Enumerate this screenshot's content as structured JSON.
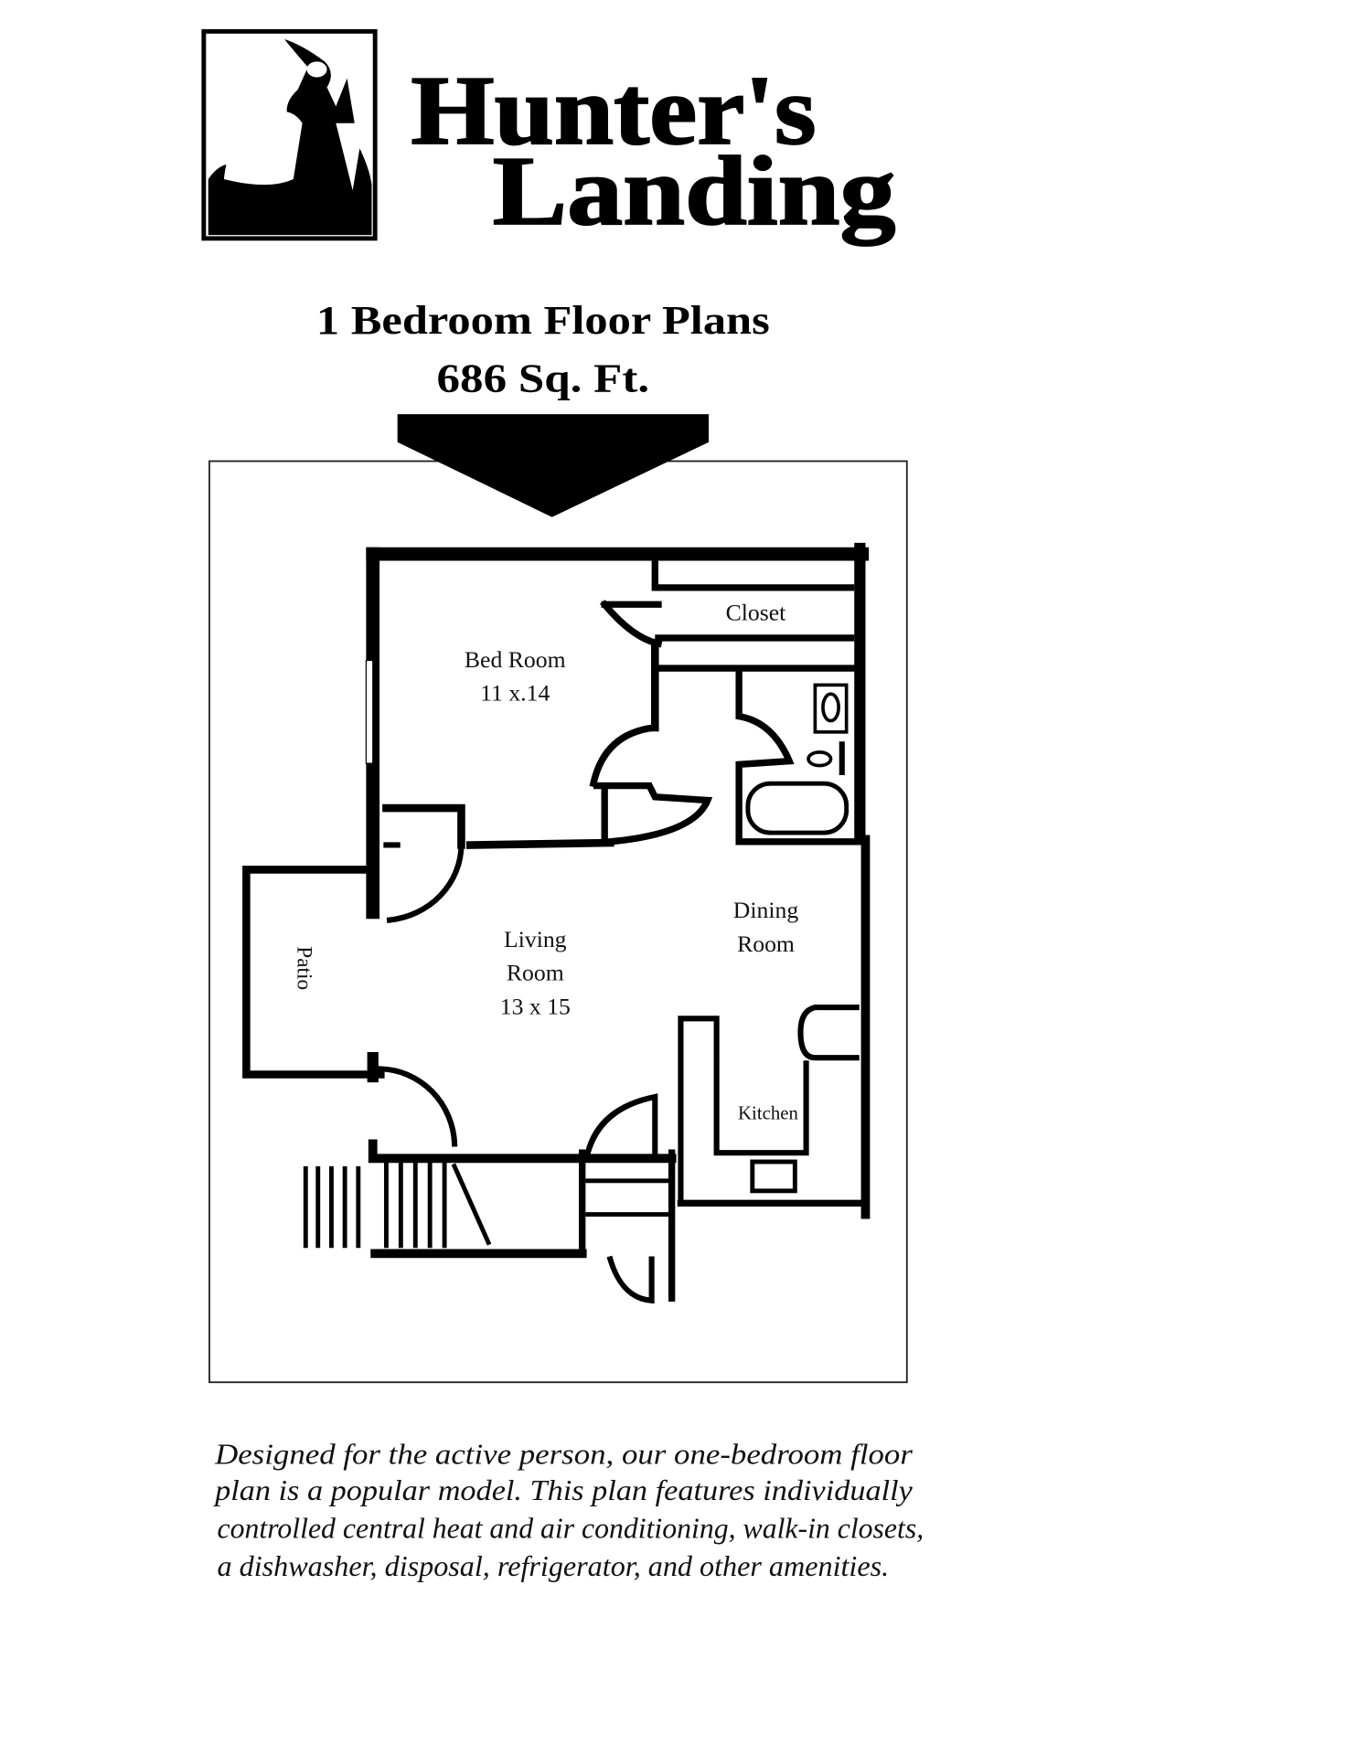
{
  "brand": {
    "logo_text_line1": "Hunter's",
    "logo_text_line2": "Landing",
    "logo_icon": "heron-bird-icon"
  },
  "heading": {
    "title": "1 Bedroom Floor Plans",
    "area": "686 Sq. Ft."
  },
  "floorplan": {
    "rooms": {
      "closet": "Closet",
      "bedroom": "Bed Room",
      "bedroom_size": "11 x.14",
      "living": "Living",
      "living2": "Room",
      "living_size": "13 x 15",
      "dining": "Dining",
      "dining2": "Room",
      "patio": "Patio",
      "kitchen": "Kitchen"
    }
  },
  "description": {
    "lines": [
      "Designed for the active person, our one-bedroom floor",
      "plan is a popular model. This plan features individually",
      "controlled central heat and air conditioning, walk-in closets,",
      "a dishwasher, disposal, refrigerator, and other amenities."
    ]
  }
}
